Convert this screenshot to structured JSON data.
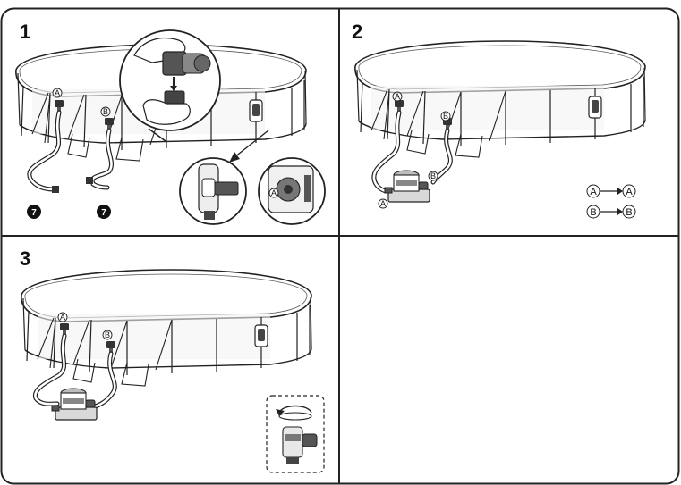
{
  "panels": [
    {
      "step": "1"
    },
    {
      "step": "2"
    },
    {
      "step": "3"
    }
  ],
  "part_labels": {
    "inlet": "A",
    "outlet": "B",
    "hose_part_number": "7"
  },
  "connection_legend": [
    {
      "from": "A",
      "to": "A"
    },
    {
      "from": "B",
      "to": "B"
    }
  ]
}
